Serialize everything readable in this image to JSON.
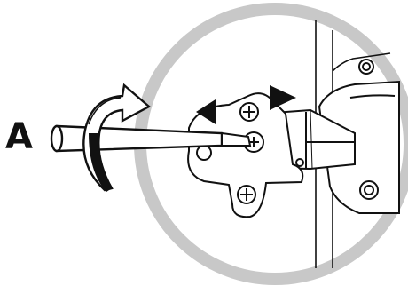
{
  "diagram": {
    "callout_label": "A",
    "colors": {
      "ink": "#111111",
      "magnifier_ring": "#c8c8c8",
      "background": "#ffffff"
    },
    "parts": [
      "screwdriver",
      "rotation-arrow",
      "hinge-plate",
      "hinge-arm",
      "cabinet-edge",
      "adjustment-direction-arrows"
    ]
  }
}
